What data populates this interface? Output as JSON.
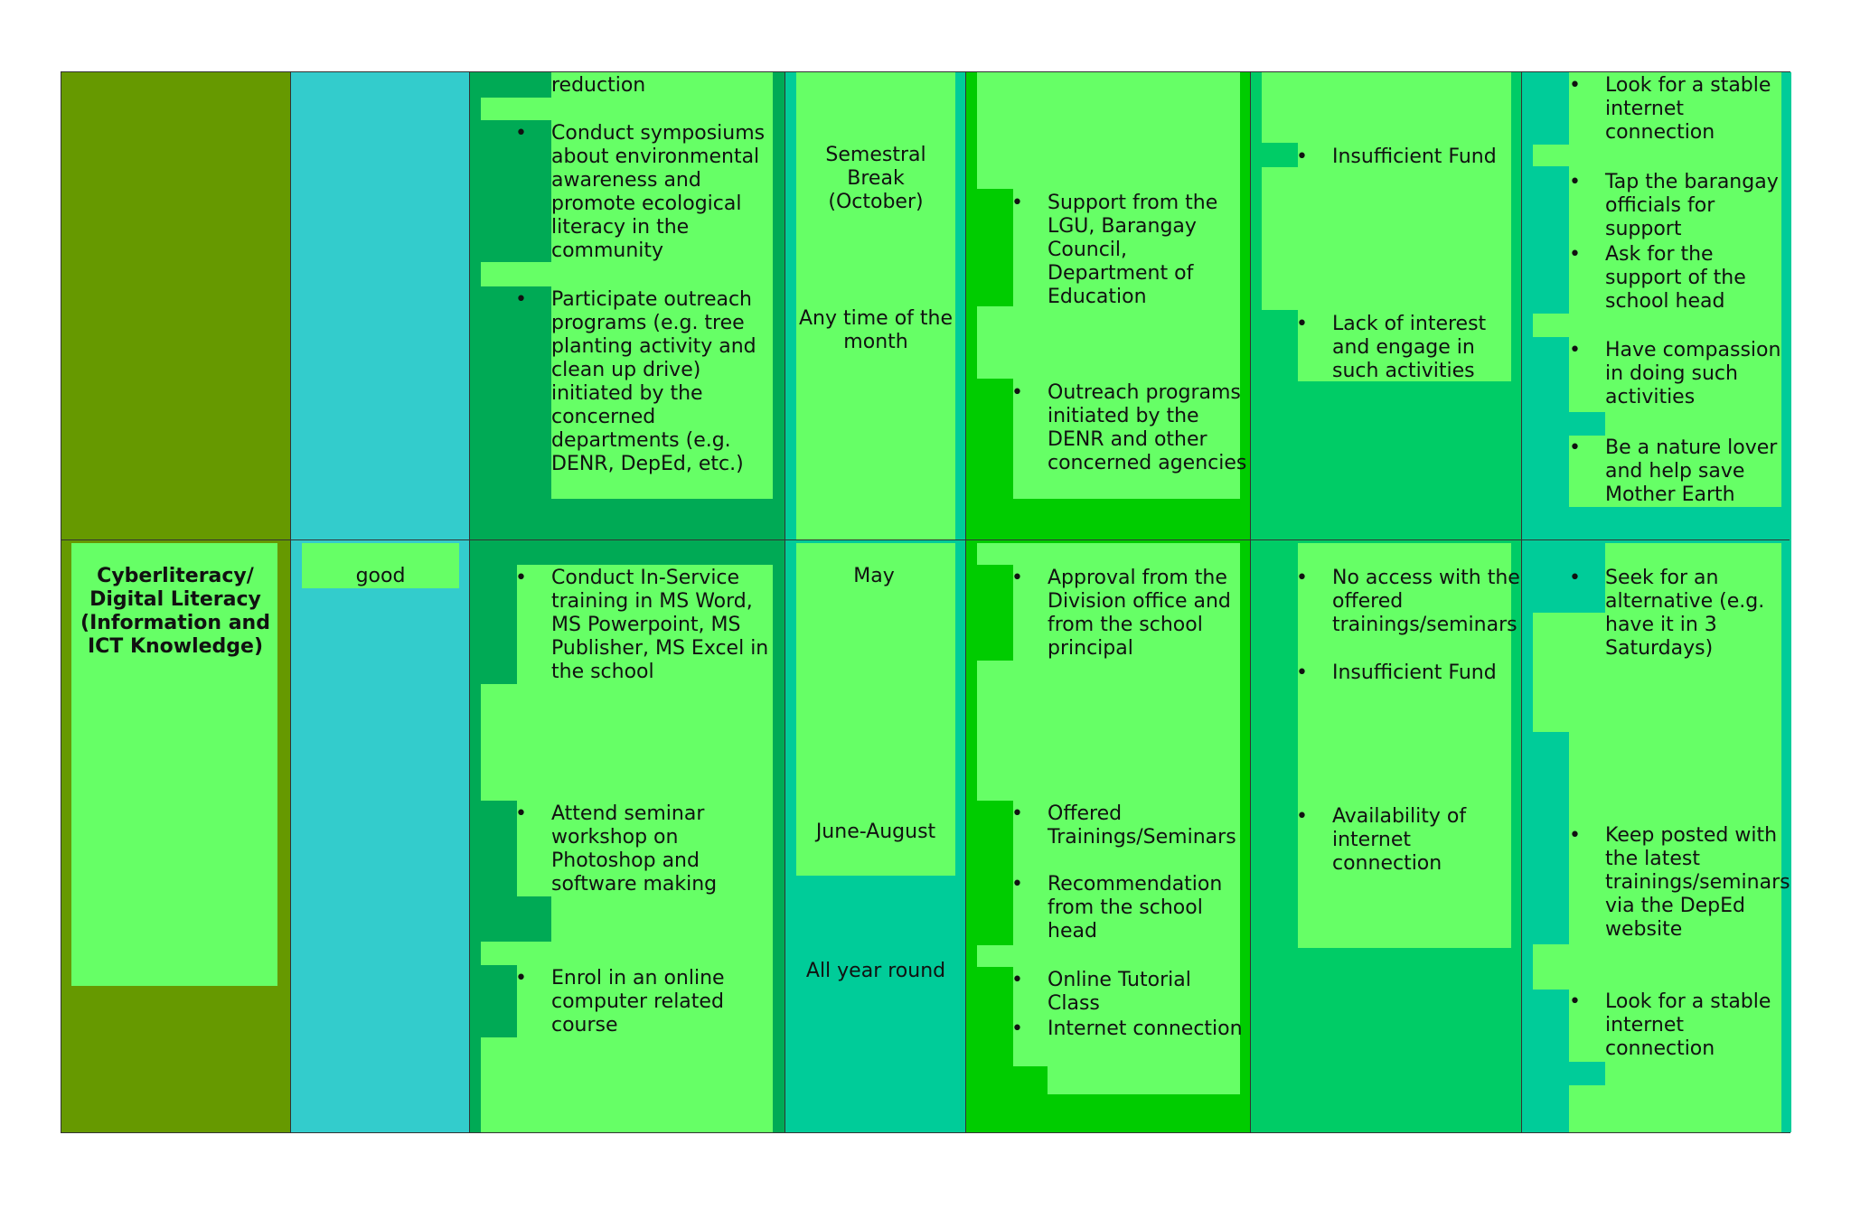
{
  "colors": {
    "olive": "#669900",
    "cyan": "#33cccc",
    "bright_green": "#66ff66",
    "medium_green": "#00aa55",
    "pure_green": "#00cc00",
    "green": "#00cc66",
    "teal": "#00cc99"
  },
  "row1": {
    "strategies": [
      "reduction",
      "Conduct symposiums about environmental awareness and promote ecological literacy in the community",
      "Participate outreach programs (e.g. tree planting activity and clean up drive) initiated by the concerned departments (e.g. DENR, DepEd, etc.)"
    ],
    "timeframe": [
      "Semestral Break (October)",
      "Any time of the month"
    ],
    "resources": [
      "Support from the LGU, Barangay Council, Department of Education",
      "Outreach programs initiated by the DENR and other concerned agencies"
    ],
    "challenges": [
      "Insufficient Fund",
      "Lack of interest and engage in such activities"
    ],
    "solutions": [
      "Look for a stable internet connection",
      "Tap the barangay officials for support",
      "Ask for the support of the school head",
      "Have compassion in doing such activities",
      "Be a nature lover and help save Mother Earth"
    ]
  },
  "row2": {
    "area": "Cyberliteracy/ Digital Literacy (Information and ICT Knowledge)",
    "rating": "good",
    "strategies": [
      "Conduct In-Service training in MS Word, MS Powerpoint, MS Publisher, MS Excel in the school",
      "Attend seminar workshop on Photoshop and software making",
      "Enrol in an online computer related course"
    ],
    "timeframe": [
      "May",
      "June-August",
      "All year round"
    ],
    "resources": [
      "Approval from the Division office and from the school principal",
      "Offered Trainings/Seminars",
      "Recommendation from the school head",
      "Online Tutorial Class",
      "Internet connection"
    ],
    "challenges": [
      "No access with the offered trainings/seminars",
      "Insufficient Fund",
      "Availability of internet connection"
    ],
    "solutions": [
      "Seek for an alternative (e.g. have it in 3 Saturdays)",
      "Keep posted with the latest trainings/seminars via the DepEd website",
      "Look for a stable internet connection"
    ]
  }
}
